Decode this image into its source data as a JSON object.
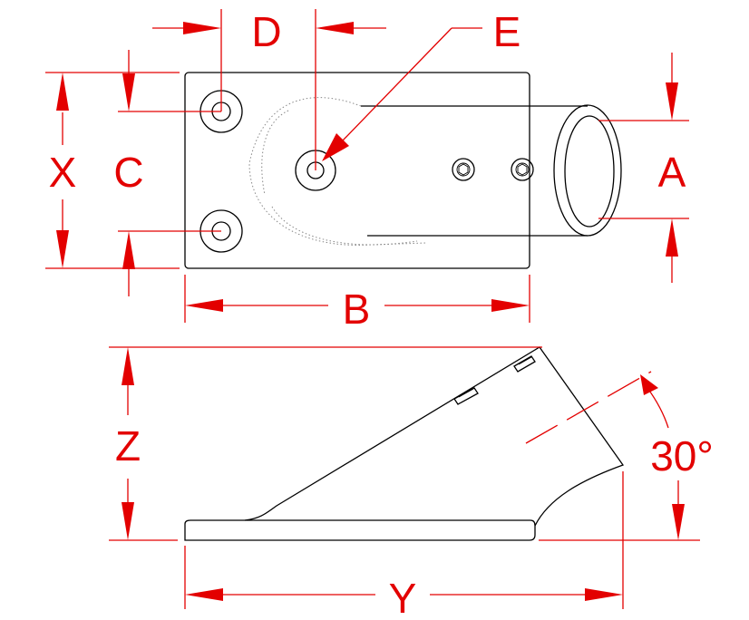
{
  "labels": {
    "a": "A",
    "b": "B",
    "c": "C",
    "d": "D",
    "e": "E",
    "x": "X",
    "y": "Y",
    "z": "Z",
    "angle": "30°"
  },
  "colors": {
    "dimension": "#e30000",
    "outline": "#000000",
    "hidden": "#888888",
    "background": "#ffffff"
  }
}
